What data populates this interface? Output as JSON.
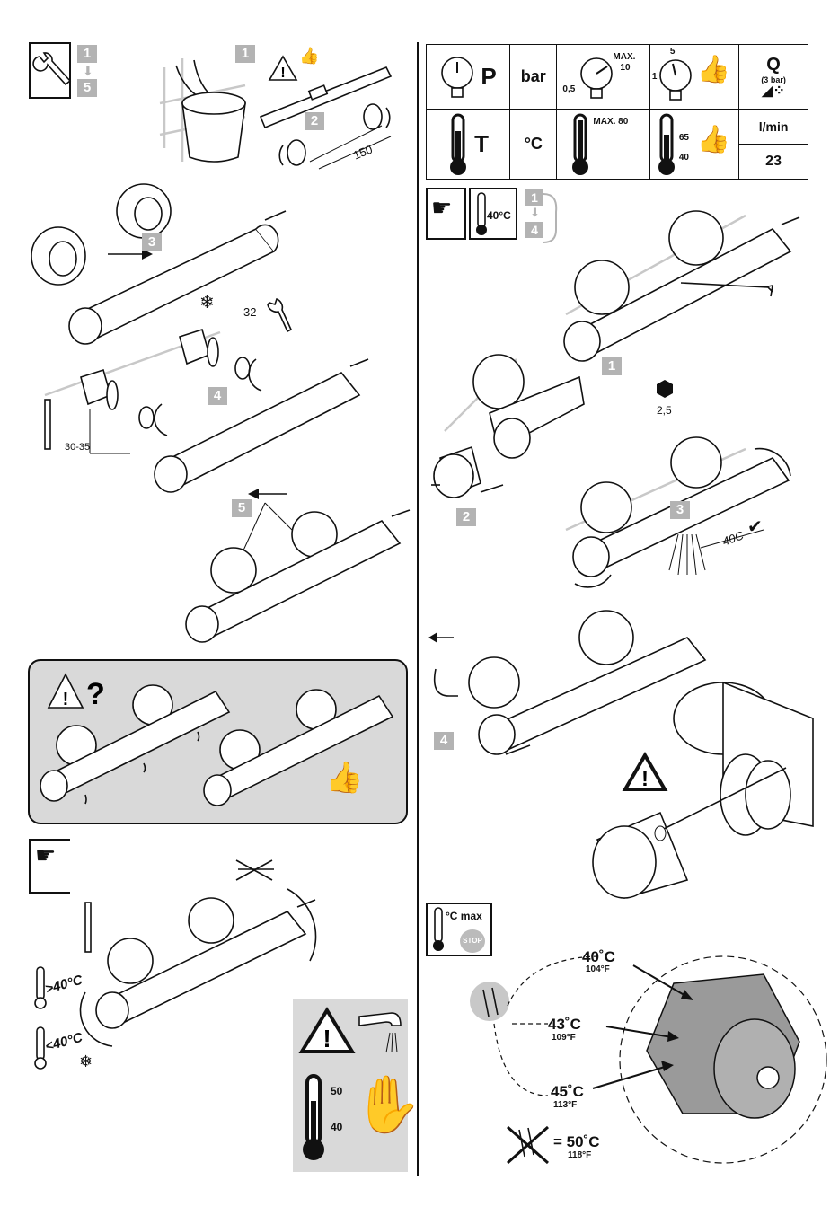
{
  "steps": {
    "tool_range": {
      "from": "1",
      "to": "5"
    },
    "s1": "1",
    "s2": "2",
    "s3": "3",
    "s4": "4",
    "s5": "5"
  },
  "install": {
    "distance": "150",
    "wrench_size": "32",
    "thread_length": "30-35"
  },
  "spec_table": {
    "p_symbol": "P",
    "p_unit": "bar",
    "p_max": "MAX.",
    "p_max_value": "10",
    "p_min_value": "0,5",
    "p_rec_high": "5",
    "p_rec_low": "1",
    "t_symbol": "T",
    "t_unit": "°C",
    "t_max": "MAX. 80",
    "t_rec_high": "65",
    "t_rec_low": "40",
    "q_symbol": "Q",
    "q_pressure": "(3 bar)",
    "q_unit": "l/min",
    "q_value": "23"
  },
  "calibration": {
    "thermo_label": "40°C",
    "range_from": "1",
    "range_to": "4",
    "step1": "1",
    "step2": "2",
    "step3": "3",
    "step4": "4",
    "hex_size": "2,5",
    "check_temp": "40C"
  },
  "operation": {
    "above_40": ">40°C",
    "below_40": "<40°C",
    "plus": "+",
    "minus": "-",
    "temp_high": "50",
    "temp_low": "40"
  },
  "limit": {
    "icon_label": "°C max",
    "stop": "STOP",
    "t40_c": "40˚C",
    "t40_f": "104°F",
    "t43_c": "43˚C",
    "t43_f": "109°F",
    "t45_c": "45˚C",
    "t45_f": "113°F",
    "t50_c": "= 50˚C",
    "t50_f": "118°F"
  },
  "colors": {
    "step_grey": "#b3b3b3",
    "panel_grey": "#d9d9d9"
  }
}
